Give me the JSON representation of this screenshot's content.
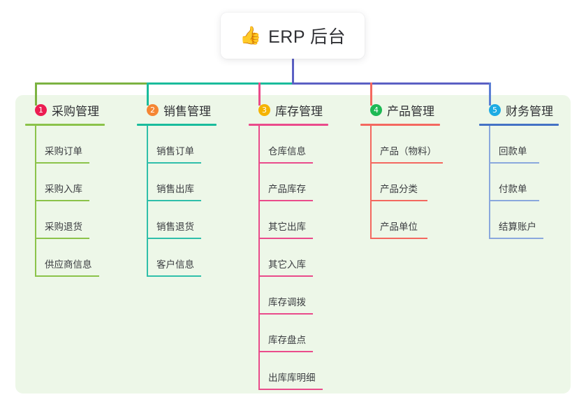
{
  "title": {
    "icon": "thumbs-up-icon",
    "emoji": "👍",
    "text": "ERP 后台"
  },
  "theme": {
    "panel_bg": "#edf7e8",
    "card_bg": "#ffffff",
    "text": "#2f3034",
    "trunk_line": "#5b60c4"
  },
  "connectors": {
    "trunk_color": "#5b60c4",
    "bar_segments": [
      {
        "color": "#7cb342",
        "label": "bar-segment-green"
      },
      {
        "color": "#1abc9c",
        "label": "bar-segment-teal"
      },
      {
        "color": "#5b60c4",
        "label": "bar-segment-blue"
      }
    ],
    "drops": [
      {
        "color": "#7cb342",
        "label": "drop-purchase"
      },
      {
        "color": "#1abc9c",
        "label": "drop-sales"
      },
      {
        "color": "#ea4b8b",
        "label": "drop-inventory"
      },
      {
        "color": "#f4685f",
        "label": "drop-product"
      },
      {
        "color": "#5b7fd4",
        "label": "drop-finance"
      }
    ]
  },
  "columns": [
    {
      "number": "1",
      "title": "采购管理",
      "name": "purchase-management",
      "badge_color": "#ec1d52",
      "rule_color": "#8bc34a",
      "line_color": "#8bc34a",
      "head_rule_width": 114,
      "items": [
        {
          "label": "采购订单",
          "rule_width": 78
        },
        {
          "label": "采购入库",
          "rule_width": 78
        },
        {
          "label": "采购退货",
          "rule_width": 78
        },
        {
          "label": "供应商信息",
          "rule_width": 92
        }
      ]
    },
    {
      "number": "2",
      "title": "销售管理",
      "name": "sales-management",
      "badge_color": "#f58634",
      "rule_color": "#1abc9c",
      "line_color": "#2fbfaa",
      "head_rule_width": 114,
      "items": [
        {
          "label": "销售订单",
          "rule_width": 78
        },
        {
          "label": "销售出库",
          "rule_width": 78
        },
        {
          "label": "销售退货",
          "rule_width": 78
        },
        {
          "label": "客户信息",
          "rule_width": 78
        }
      ]
    },
    {
      "number": "3",
      "title": "库存管理",
      "name": "inventory-management",
      "badge_color": "#f5b301",
      "rule_color": "#ea4b8b",
      "line_color": "#ea4b8b",
      "head_rule_width": 114,
      "items": [
        {
          "label": "仓库信息",
          "rule_width": 78
        },
        {
          "label": "产品库存",
          "rule_width": 78
        },
        {
          "label": "其它出库",
          "rule_width": 78
        },
        {
          "label": "其它入库",
          "rule_width": 78
        },
        {
          "label": "库存调拨",
          "rule_width": 78
        },
        {
          "label": "库存盘点",
          "rule_width": 78
        },
        {
          "label": "出库库明细",
          "rule_width": 92
        }
      ]
    },
    {
      "number": "4",
      "title": "产品管理",
      "name": "product-management",
      "badge_color": "#1db954",
      "rule_color": "#f4685f",
      "line_color": "#f4685f",
      "head_rule_width": 114,
      "items": [
        {
          "label": "产品（物料）",
          "rule_width": 104
        },
        {
          "label": "产品分类",
          "rule_width": 82
        },
        {
          "label": "产品单位",
          "rule_width": 82
        }
      ]
    },
    {
      "number": "5",
      "title": "财务管理",
      "name": "finance-management",
      "badge_color": "#1cabe3",
      "rule_color": "#4472c4",
      "line_color": "#8aa8dd",
      "head_rule_width": 114,
      "items": [
        {
          "label": "回款单",
          "rule_width": 72
        },
        {
          "label": "付款单",
          "rule_width": 72
        },
        {
          "label": "结算账户",
          "rule_width": 78
        }
      ]
    }
  ]
}
